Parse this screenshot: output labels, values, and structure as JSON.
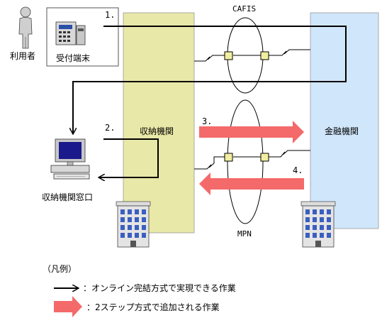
{
  "actors": {
    "user_label": "利用者",
    "reception_terminal_label": "受付端末",
    "collection_agency_label": "収納機関",
    "financial_institution_label": "金融機関",
    "collection_counter_label": "収納機関窓口"
  },
  "networks": {
    "cafis_label": "CAFIS",
    "mpn_label": "MPN"
  },
  "steps": {
    "step1": "1.",
    "step2": "2.",
    "step3": "3.",
    "step4": "4."
  },
  "legend": {
    "title": "（凡例）",
    "online_label": "：オンライン完結方式で実現できる作業",
    "two_step_label": "：2ステップ方式で追加される作業"
  },
  "colors": {
    "agency_column": "#e8e8a8",
    "financial_column": "#d0e6fa",
    "two_step_arrow": "#f46a6a",
    "node": "#f2eea0"
  }
}
